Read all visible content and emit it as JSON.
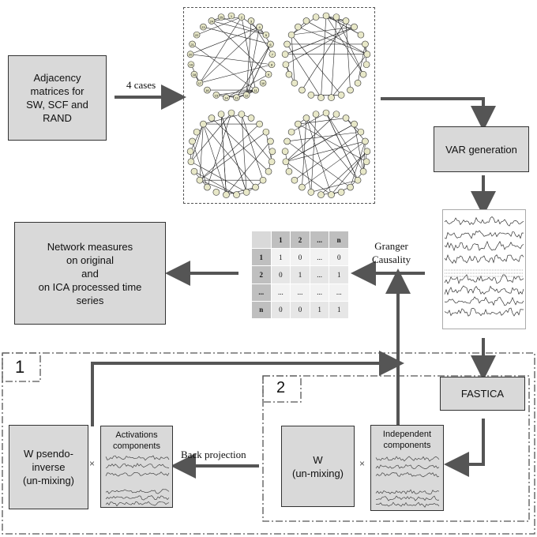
{
  "adjacency_box": "Adjacency\nmatrices for\nSW, SCF and\nRAND",
  "cases_label": "4 cases",
  "var_box": "VAR generation",
  "network_box": "Network measures\non original\nand\non ICA processed time\nseries",
  "granger_label": "Granger\nCausality",
  "matrix": {
    "header": [
      "",
      "1",
      "2",
      "...",
      "n"
    ],
    "rows": [
      [
        "1",
        "1",
        "0",
        "...",
        "0"
      ],
      [
        "2",
        "0",
        "1",
        "...",
        "1"
      ],
      [
        "...",
        "...",
        "...",
        "...",
        "..."
      ],
      [
        "n",
        "0",
        "0",
        "1",
        "1"
      ]
    ]
  },
  "fastica_box": "FASTICA",
  "region1_label": "1",
  "region2_label": "2",
  "w_pseudo_box": "W psendo-\ninverse\n(un-mixing)",
  "activations_label": "Activations\ncomponents",
  "back_projection_label": "Back projection",
  "w_box": "W\n(un-mixing)",
  "independent_label": "Independent\ncomponents",
  "multiply_symbol": "×",
  "graph_nodes_1": [
    "1",
    "2",
    "3",
    "4",
    "5",
    "6",
    "7",
    "8",
    "9",
    "10",
    "11",
    "12",
    "13",
    "14",
    "15",
    "16",
    "17",
    "18",
    "19",
    "20",
    "21",
    "22",
    "23",
    "24",
    "25"
  ]
}
